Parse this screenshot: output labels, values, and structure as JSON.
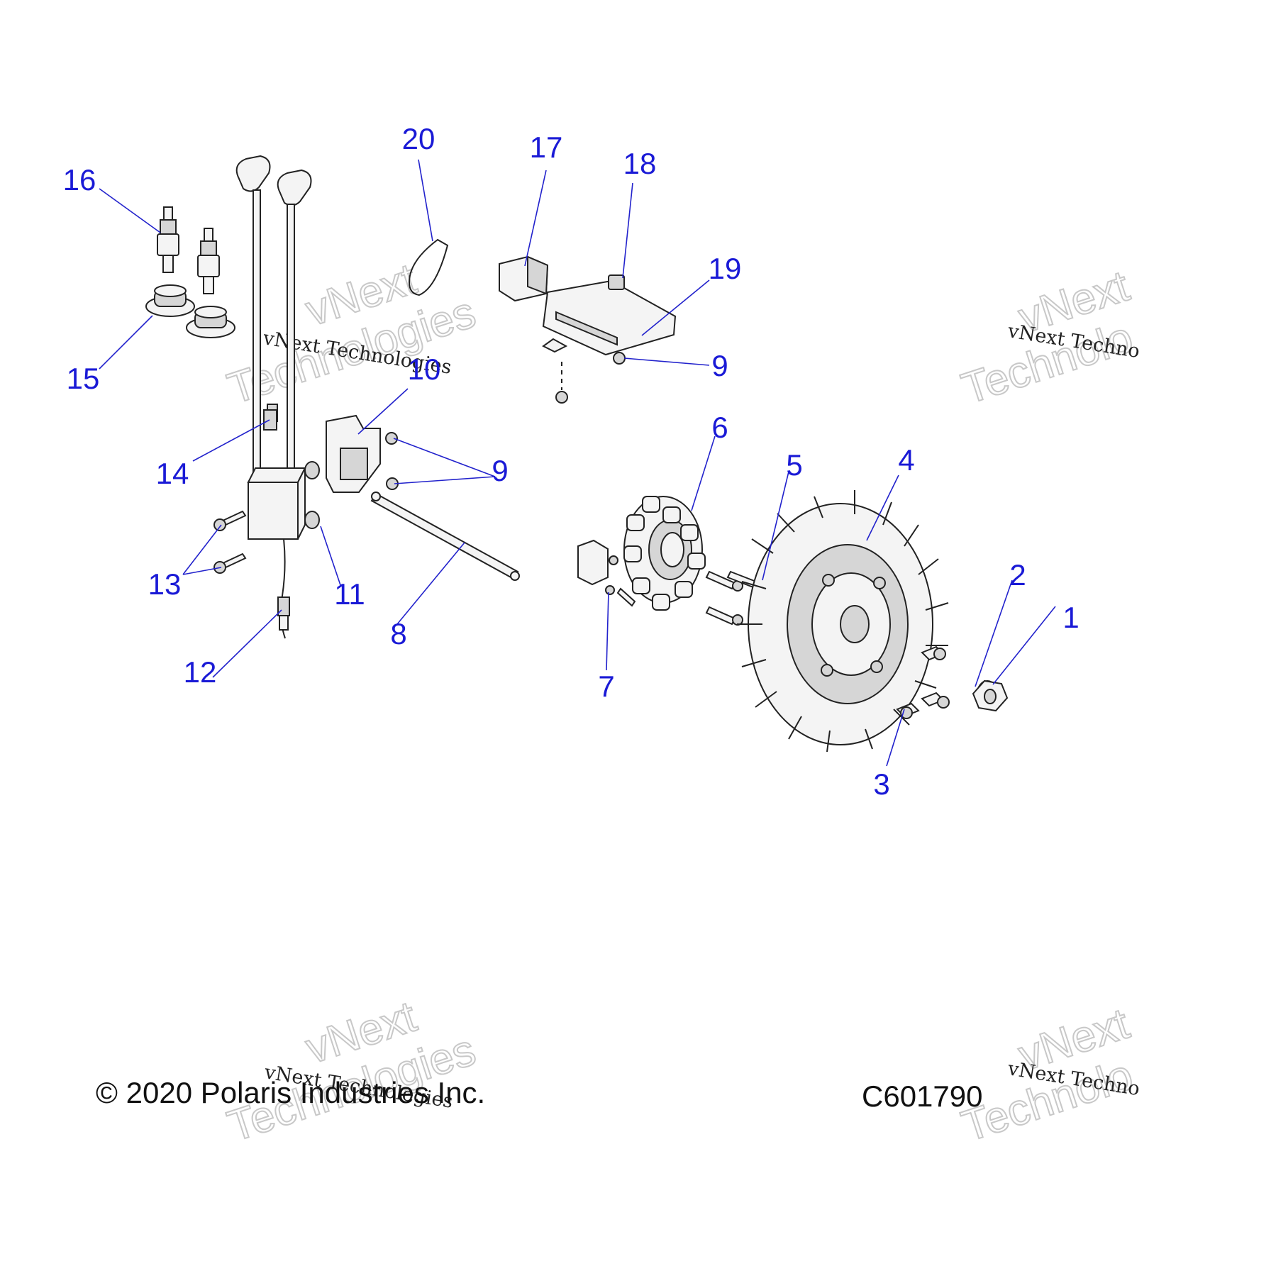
{
  "callouts": {
    "c1": "1",
    "c2": "2",
    "c3": "3",
    "c4": "4",
    "c5": "5",
    "c6": "6",
    "c7": "7",
    "c8": "8",
    "c9a": "9",
    "c9b": "9",
    "c10": "10",
    "c11": "11",
    "c12": "12",
    "c13": "13",
    "c14": "14",
    "c15": "15",
    "c16": "16",
    "c17": "17",
    "c18": "18",
    "c19": "19",
    "c20": "20"
  },
  "footer": {
    "copyright": "© 2020 Polaris Industries Inc.",
    "diagram_code": "C601790"
  },
  "watermark": {
    "line1": "vNext Technologies",
    "line2a": "vNext",
    "line2b": "Technologies",
    "cut1": "vNext Techno",
    "cut2a": "vNext",
    "cut2b": "Technolo"
  }
}
